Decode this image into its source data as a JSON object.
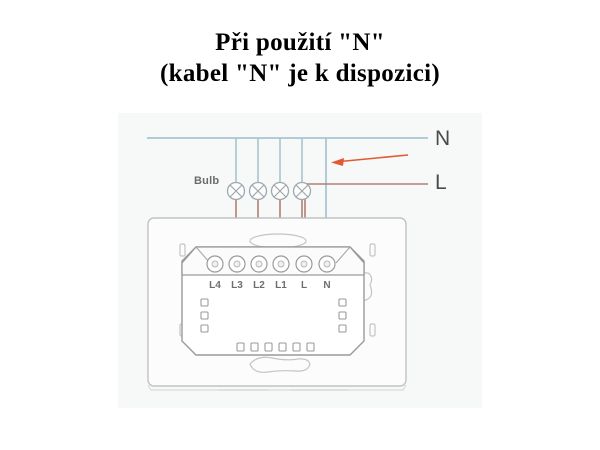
{
  "title": {
    "line1": "Při použití \"N\"",
    "line2": "(kabel \"N\" je k dispozici)"
  },
  "diagram": {
    "type": "electrical-wiring-diagram",
    "subject": "smart wall switch wiring with neutral wire",
    "labels": {
      "neutral": "N",
      "live": "L",
      "bulb": "Bulb"
    },
    "terminals": [
      {
        "id": "L4",
        "label": "L4"
      },
      {
        "id": "L3",
        "label": "L3"
      },
      {
        "id": "L2",
        "label": "L2"
      },
      {
        "id": "L1",
        "label": "L1"
      },
      {
        "id": "L",
        "label": "L"
      },
      {
        "id": "N",
        "label": "N"
      }
    ],
    "bulbs": [
      {
        "index": 1,
        "symbol": "lamp-cross-circle"
      },
      {
        "index": 2,
        "symbol": "lamp-cross-circle"
      },
      {
        "index": 3,
        "symbol": "lamp-cross-circle"
      },
      {
        "index": 4,
        "symbol": "lamp-cross-circle"
      }
    ],
    "colors": {
      "neutral_wire": "#a9c5cf",
      "live_wire": "#b08076",
      "arrow": "#e05a34",
      "panel_background": "#f7f8f8",
      "outline": "#b9b9b9",
      "text": "#4a4a4a"
    },
    "annotation": {
      "arrow_name": "neutral-line-pointer",
      "points_to": "N"
    }
  }
}
